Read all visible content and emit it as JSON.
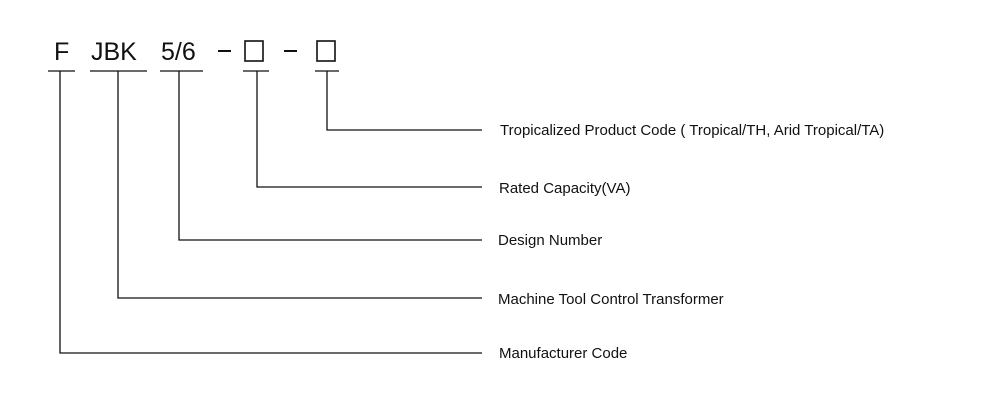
{
  "model_code": {
    "segments": [
      {
        "id": "prefix",
        "text": "F"
      },
      {
        "id": "series",
        "text": "JBK"
      },
      {
        "id": "design",
        "text": "5/6"
      },
      {
        "id": "dash1",
        "text": "–"
      },
      {
        "id": "capacity_box",
        "text": ""
      },
      {
        "id": "dash2",
        "text": "–"
      },
      {
        "id": "tropical_box",
        "text": ""
      }
    ]
  },
  "descriptions": [
    {
      "id": "tropical",
      "label": "Tropicalized Product Code ( Tropical/TH, Arid Tropical/TA)"
    },
    {
      "id": "capacity",
      "label": "Rated Capacity(VA)"
    },
    {
      "id": "design",
      "label": "Design Number"
    },
    {
      "id": "series",
      "label": "Machine Tool Control Transformer"
    },
    {
      "id": "prefix",
      "label": "Manufacturer Code"
    }
  ],
  "colors": {
    "ink": "#111111",
    "background": "#ffffff"
  }
}
